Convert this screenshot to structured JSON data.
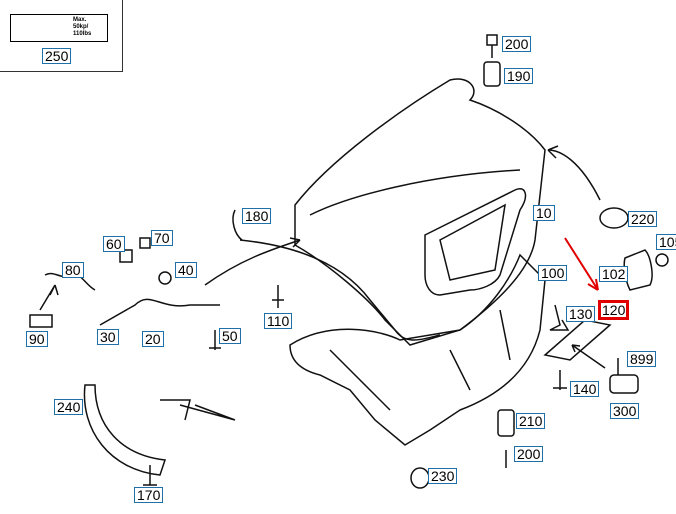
{
  "inset": {
    "label": "250",
    "sticker_text": [
      "Max.",
      "50kp/",
      "110lbs"
    ]
  },
  "highlight_color": "#e00000",
  "label_border_color": "#1f6fa8",
  "highlighted_part": "120",
  "labels": [
    {
      "id": "200",
      "text": "200"
    },
    {
      "id": "190",
      "text": "190"
    },
    {
      "id": "10",
      "text": "10"
    },
    {
      "id": "220",
      "text": "220"
    },
    {
      "id": "105",
      "text": "105"
    },
    {
      "id": "180",
      "text": "180"
    },
    {
      "id": "60",
      "text": "60"
    },
    {
      "id": "70",
      "text": "70"
    },
    {
      "id": "80",
      "text": "80"
    },
    {
      "id": "40",
      "text": "40"
    },
    {
      "id": "100",
      "text": "100"
    },
    {
      "id": "102",
      "text": "102"
    },
    {
      "id": "120",
      "text": "120"
    },
    {
      "id": "130",
      "text": "130"
    },
    {
      "id": "110",
      "text": "110"
    },
    {
      "id": "90",
      "text": "90"
    },
    {
      "id": "30",
      "text": "30"
    },
    {
      "id": "20",
      "text": "20"
    },
    {
      "id": "50",
      "text": "50"
    },
    {
      "id": "899",
      "text": "899"
    },
    {
      "id": "140",
      "text": "140"
    },
    {
      "id": "300",
      "text": "300"
    },
    {
      "id": "240",
      "text": "240"
    },
    {
      "id": "210",
      "text": "210"
    },
    {
      "id": "230",
      "text": "230"
    },
    {
      "id": "200b",
      "text": "200"
    },
    {
      "id": "170",
      "text": "170"
    }
  ]
}
